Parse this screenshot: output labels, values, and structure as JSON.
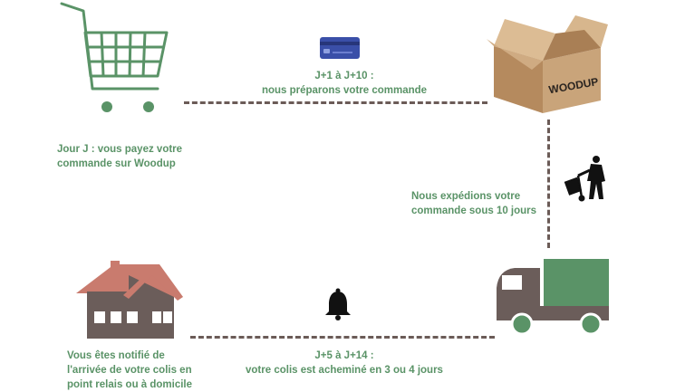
{
  "steps": {
    "pay": {
      "line1": "Jour J : vous payez votre",
      "line2": "commande sur Woodup",
      "icon": "shopping-cart-icon"
    },
    "prepare": {
      "line1": "J+1 à J+10 :",
      "line2": "nous préparons votre commande",
      "icon": "credit-card-icon"
    },
    "ship": {
      "line1": "Nous expédions votre",
      "line2": "commande sous 10 jours",
      "icon": "delivery-worker-icon",
      "box_label": "WOODUP"
    },
    "transit": {
      "line1": "J+5 à J+14 :",
      "line2": "votre colis est acheminé en 3 ou 4 jours",
      "icon": "bell-icon",
      "truck_icon": "truck-icon"
    },
    "notify": {
      "line1": "Vous êtes notifié de",
      "line2": "l'arrivée de votre colis en",
      "line3": "point relais ou à domicile",
      "icon": "house-icon"
    }
  },
  "colors": {
    "green": "#5a9367",
    "dash": "#6b5b57",
    "brown": "#6b5d5a",
    "roof": "#c97b6e",
    "card": "#3a4fa8",
    "box": "#c9a47a"
  }
}
